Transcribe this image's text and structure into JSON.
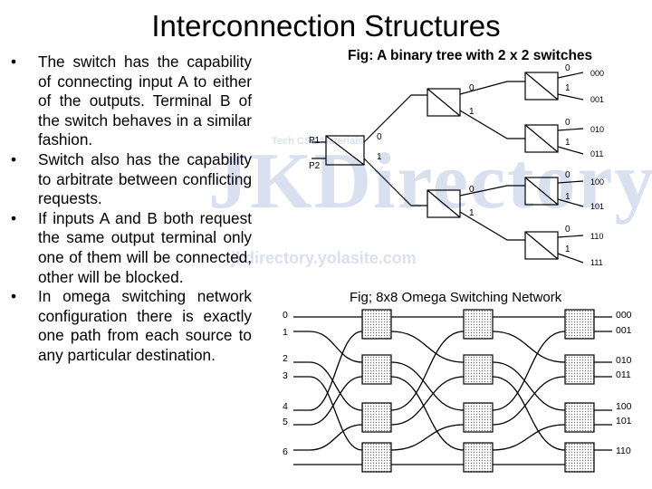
{
  "title": "Interconnection Structures",
  "bullets": [
    {
      "marker": "•",
      "text": "The switch has the capability of connecting input A to either of the outputs. Terminal B of the switch behaves in a similar fashion."
    },
    {
      "marker": "•",
      "text": "Switch also has the capability to arbitrate between conflicting requests."
    },
    {
      "marker": "•",
      "text": "If inputs A and B both request the same output terminal only one of them will be connected, other will be blocked."
    },
    {
      "marker": "•",
      "text": "In omega switching network configuration there is exactly one path from each source to any particular destination."
    }
  ],
  "tree": {
    "caption": "Fig: A binary tree with 2 x 2 switches",
    "p1": "P1",
    "p2": "P2",
    "zero": "0",
    "one": "1",
    "outputs": [
      "000",
      "001",
      "010",
      "011",
      "100",
      "101",
      "110",
      "111"
    ]
  },
  "omega": {
    "caption": "Fig; 8x8 Omega Switching Network",
    "inputs": [
      "0",
      "1",
      "2",
      "3",
      "4",
      "5",
      "6"
    ],
    "outputs": [
      "000",
      "001",
      "010",
      "011",
      "100",
      "101",
      "110"
    ]
  },
  "watermark": {
    "main": "JKDirectory!",
    "site": "jkdirectory.yolasite.com",
    "tag": "Tech CSE Materials"
  },
  "colors": {
    "watermark": "#c9d3ea",
    "line": "#000000"
  }
}
